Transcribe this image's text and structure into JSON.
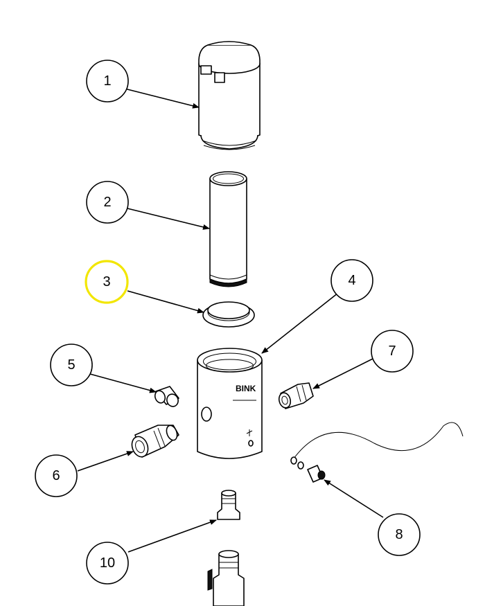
{
  "callouts": [
    {
      "id": "1",
      "label": "1"
    },
    {
      "id": "2",
      "label": "2"
    },
    {
      "id": "3",
      "label": "3",
      "highlighted": true
    },
    {
      "id": "4",
      "label": "4"
    },
    {
      "id": "5",
      "label": "5"
    },
    {
      "id": "6",
      "label": "6"
    },
    {
      "id": "7",
      "label": "7"
    },
    {
      "id": "8",
      "label": "8"
    },
    {
      "id": "10",
      "label": "10"
    }
  ],
  "body_marking": "BINK",
  "colors": {
    "highlight": "#f2e600",
    "line": "#000000",
    "background": "#ffffff"
  }
}
